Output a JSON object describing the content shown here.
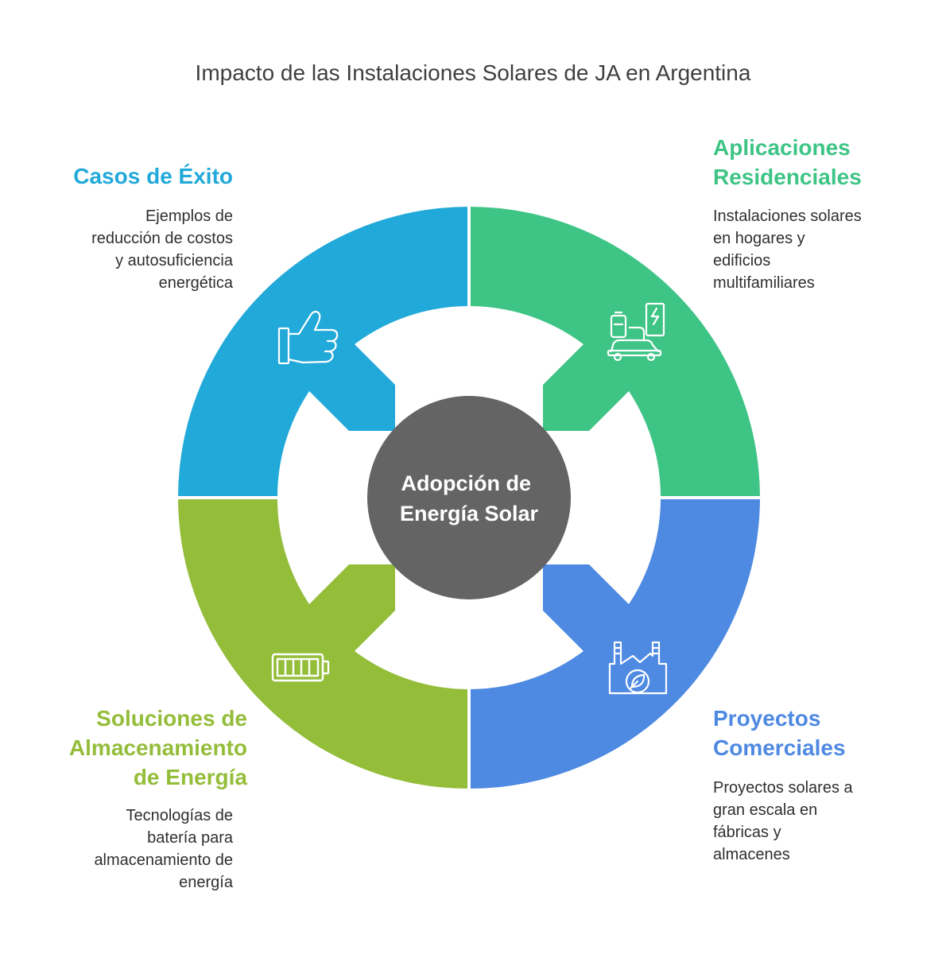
{
  "title": "Impacto de las Instalaciones Solares de JA en Argentina",
  "center": {
    "lines": [
      "Adopción de",
      "Energía Solar"
    ],
    "color": "#646464"
  },
  "sections": {
    "success": {
      "heading_lines": [
        "Casos de Éxito"
      ],
      "desc_lines": [
        "Ejemplos de",
        "reducción de costos",
        "y autosuficiencia",
        "energética"
      ],
      "color": "#21a9d9",
      "icon": "thumbs-up-icon"
    },
    "residential": {
      "heading_lines": [
        "Aplicaciones",
        "Residenciales"
      ],
      "desc_lines": [
        "Instalaciones solares",
        "en hogares y",
        "edificios",
        "multifamiliares"
      ],
      "color": "#3ec485",
      "icon": "ev-charging-car-icon"
    },
    "storage": {
      "heading_lines": [
        "Soluciones de",
        "Almacenamiento",
        "de Energía"
      ],
      "desc_lines": [
        "Tecnologías de",
        "batería para",
        "almacenamiento de",
        "energía"
      ],
      "color": "#94bd3a",
      "icon": "battery-icon"
    },
    "commercial": {
      "heading_lines": [
        "Proyectos",
        "Comerciales"
      ],
      "desc_lines": [
        "Proyectos solares a",
        "gran escala en",
        "fábricas y",
        "almacenes"
      ],
      "color": "#4e89e2",
      "icon": "eco-factory-icon"
    }
  }
}
